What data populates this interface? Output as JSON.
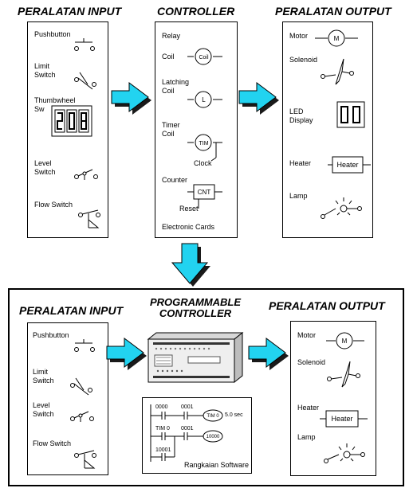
{
  "top": {
    "input_title": "PERALATAN INPUT",
    "controller_title": "CONTROLLER",
    "output_title": "PERALATAN OUTPUT",
    "inputs": {
      "pushbutton": "Pushbutton",
      "limit_switch_1": "Limit",
      "limit_switch_2": "Switch",
      "thumbwheel_1": "Thumbwheel",
      "thumbwheel_2": "Sw",
      "level_switch_1": "Level",
      "level_switch_2": "Switch",
      "flow_switch": "Flow Switch"
    },
    "controller": {
      "relay": "Relay",
      "coil": "Coil",
      "coil_symbol": "Coil",
      "latching_1": "Latching",
      "latching_2": "Coil",
      "latching_symbol": "L",
      "timer_1": "Timer",
      "timer_2": "Coil",
      "timer_symbol": "TIM",
      "clock": "Clock",
      "counter": "Counter",
      "counter_symbol": "CNT",
      "reset": "Reset",
      "electronic_cards": "Electronic Cards"
    },
    "outputs": {
      "motor": "Motor",
      "motor_symbol": "M",
      "solenoid": "Solenoid",
      "led_1": "LED",
      "led_2": "Display",
      "heater": "Heater",
      "heater_symbol": "Heater",
      "lamp": "Lamp"
    }
  },
  "bottom": {
    "input_title": "PERALATAN INPUT",
    "plc_title_1": "PROGRAMMABLE",
    "plc_title_2": "CONTROLLER",
    "output_title": "PERALATAN OUTPUT",
    "inputs": {
      "pushbutton": "Pushbutton",
      "limit_switch_1": "Limit",
      "limit_switch_2": "Switch",
      "level_switch_1": "Level",
      "level_switch_2": "Switch",
      "flow_switch": "Flow Switch"
    },
    "ladder": {
      "contact_a": "0000",
      "contact_b": "0001",
      "coil_tim": "TIM 0",
      "time_value": "5.0 sec",
      "contact_c": "TIM 0",
      "contact_d": "0001",
      "coil_out": "10000",
      "contact_e": "10001",
      "caption": "Rangkaian Software"
    },
    "outputs": {
      "motor": "Motor",
      "motor_symbol": "M",
      "solenoid": "Solenoid",
      "heater": "Heater",
      "heater_symbol": "Heater",
      "lamp": "Lamp"
    }
  },
  "colors": {
    "arrow_fill": "#22d3f0",
    "arrow_shadow": "#1a1a1a"
  }
}
